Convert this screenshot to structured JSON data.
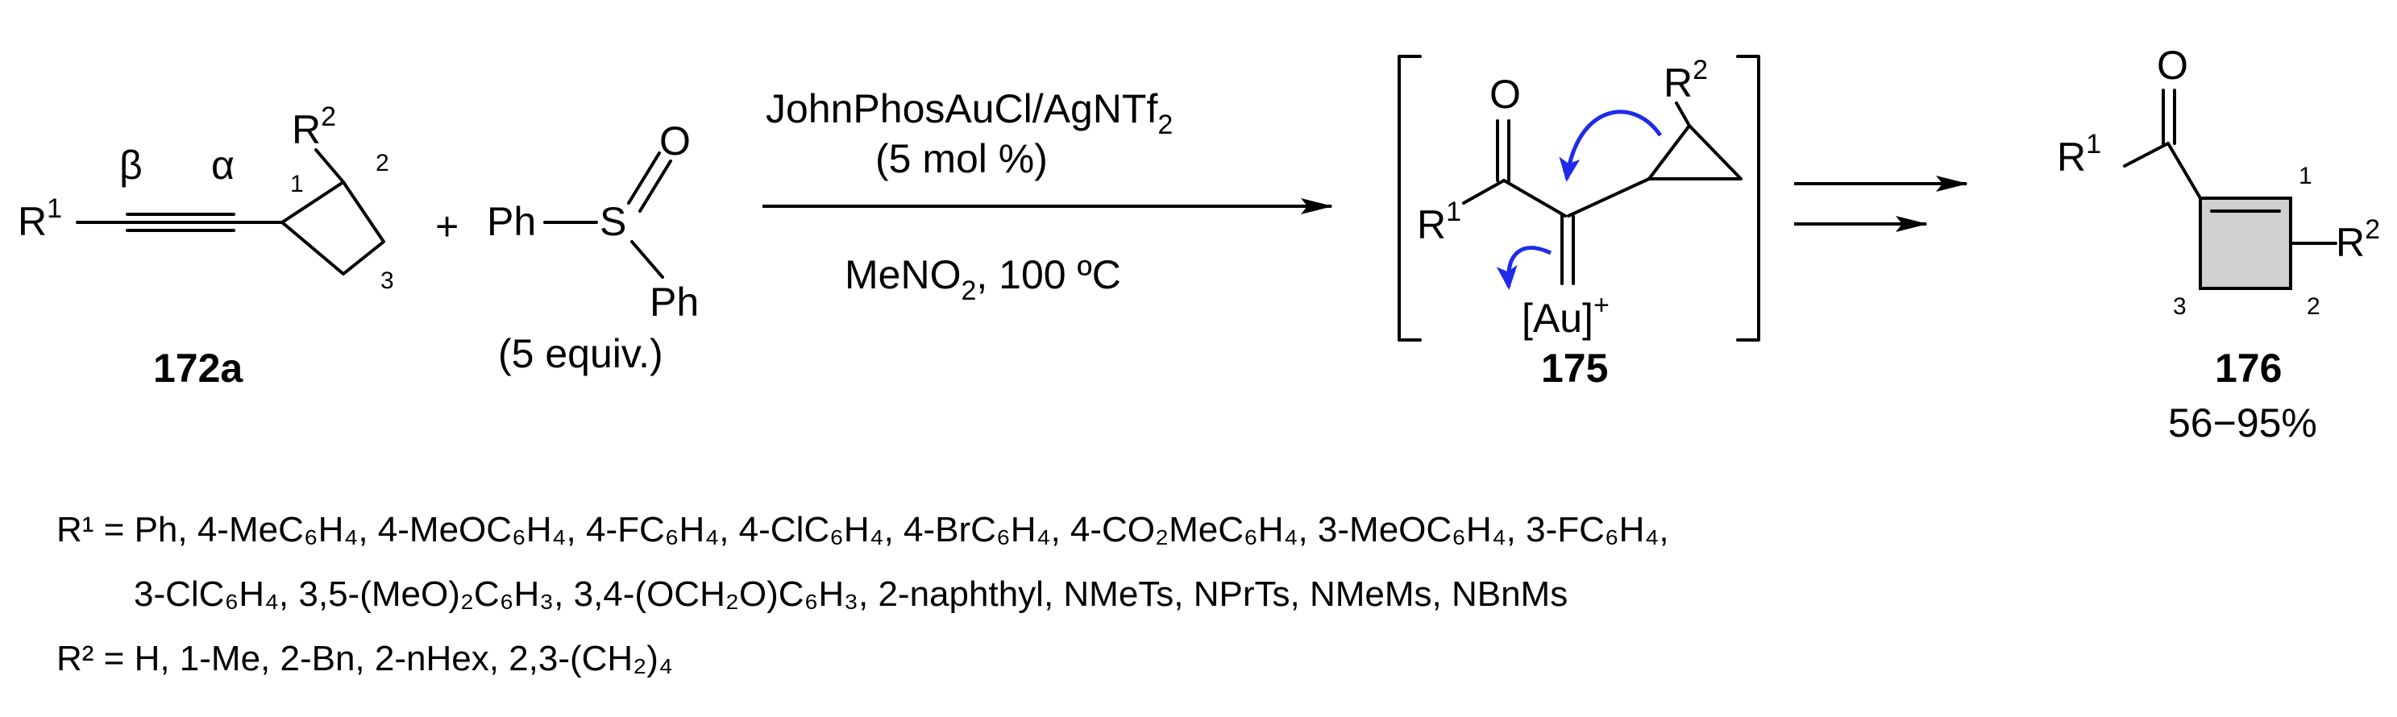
{
  "reactant": {
    "r1": "R",
    "r1_sup": "1",
    "r2": "R",
    "r2_sup": "2",
    "beta": "β",
    "alpha": "α",
    "pos1": "1",
    "pos2": "2",
    "pos3": "3",
    "label": "172a"
  },
  "plus": "+",
  "sulfoxide": {
    "ph_left": "Ph",
    "s": "S",
    "o": "O",
    "ph_bottom": "Ph",
    "equiv": "(5 equiv.)"
  },
  "conditions": {
    "catalyst_main": "JohnPhosAuCl/AgNTf",
    "catalyst_sub": "2",
    "loading": "(5 mol %)",
    "solvent_pre": "MeNO",
    "solvent_sub": "2",
    "solvent_post": ", 100 ºC"
  },
  "intermediate": {
    "o": "O",
    "r1": "R",
    "r1_sup": "1",
    "r2": "R",
    "r2_sup": "2",
    "au": "[Au]",
    "au_sup": "+",
    "label": "175"
  },
  "product": {
    "o": "O",
    "r1": "R",
    "r1_sup": "1",
    "r2": "R",
    "r2_sup": "2",
    "pos1": "1",
    "pos2": "2",
    "pos3": "3",
    "label": "176",
    "yield": "56−95%"
  },
  "substituents": {
    "r1_line1": "R¹ = Ph, 4-MeC₆H₄, 4-MeOC₆H₄, 4-FC₆H₄, 4-ClC₆H₄, 4-BrC₆H₄, 4-CO₂MeC₆H₄, 3-MeOC₆H₄, 3-FC₆H₄,",
    "r1_line2": "3-ClC₆H₄, 3,5-(MeO)₂C₆H₃, 3,4-(OCH₂O)C₆H₃, 2-naphthyl, NMeTs, NPrTs, NMeMs, NBnMs",
    "r2_line": "R² = H, 1-Me, 2-Bn, 2-nHex, 2,3-(CH₂)₄"
  }
}
